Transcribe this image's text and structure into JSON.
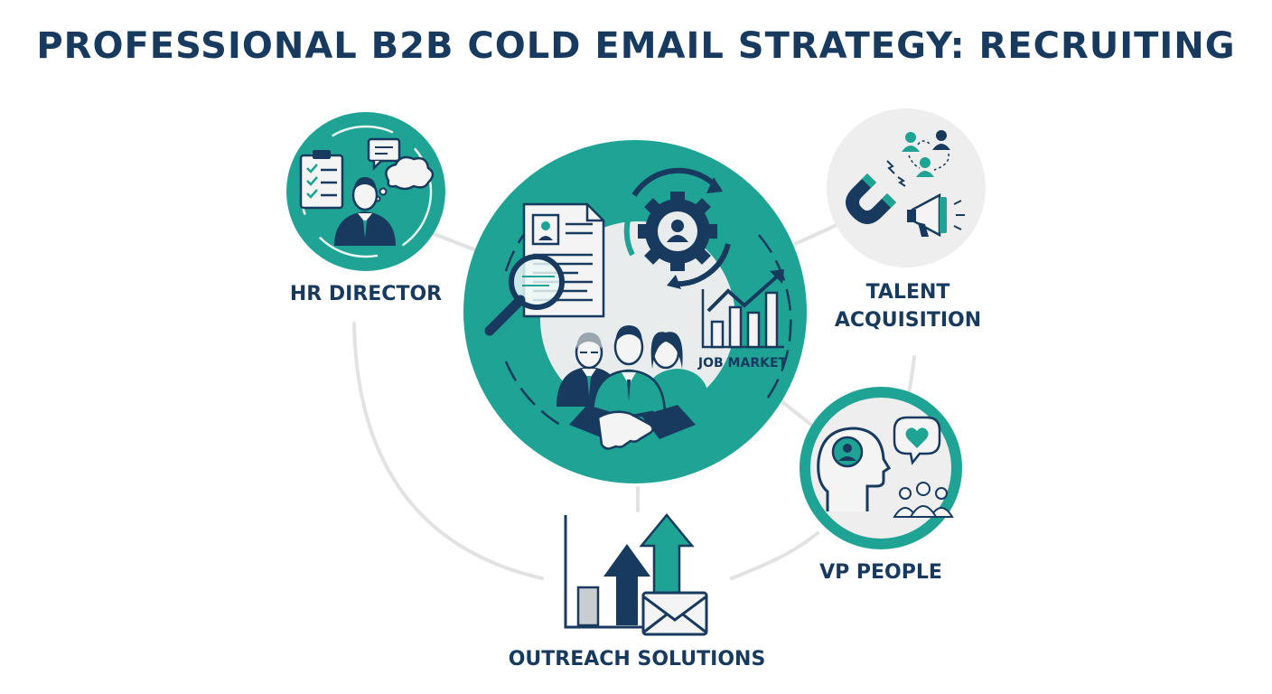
{
  "title": "PROFESSIONAL B2B COLD EMAIL STRATEGY: RECRUITING",
  "nodes": {
    "hr_director": "HR DIRECTOR",
    "talent_acquisition": [
      "TALENT",
      "ACQUISITION"
    ],
    "vp_people": "VP PEOPLE",
    "outreach_solutions": "OUTREACH SOLUTIONS"
  },
  "center": {
    "job_market_label": "JOB MARKET"
  },
  "colors": {
    "navy": "#173a5e",
    "teal": "#1fa394",
    "teal_light": "#3cb6a8",
    "gray_circle": "#eeeeee",
    "connector": "#e2e2e2",
    "paper": "#f7f7f7"
  },
  "icons": [
    "clipboard-checklist-icon",
    "businessman-icon",
    "chat-bubble-icon",
    "thought-cloud-icon",
    "network-people-icon",
    "magnet-icon",
    "megaphone-icon",
    "resume-document-icon",
    "magnifier-icon",
    "gear-cycle-icon",
    "growth-chart-icon",
    "team-people-icon",
    "handshake-icon",
    "head-profile-icon",
    "heart-bubble-icon",
    "group-people-icon",
    "bar-chart-arrows-icon",
    "envelope-icon"
  ]
}
